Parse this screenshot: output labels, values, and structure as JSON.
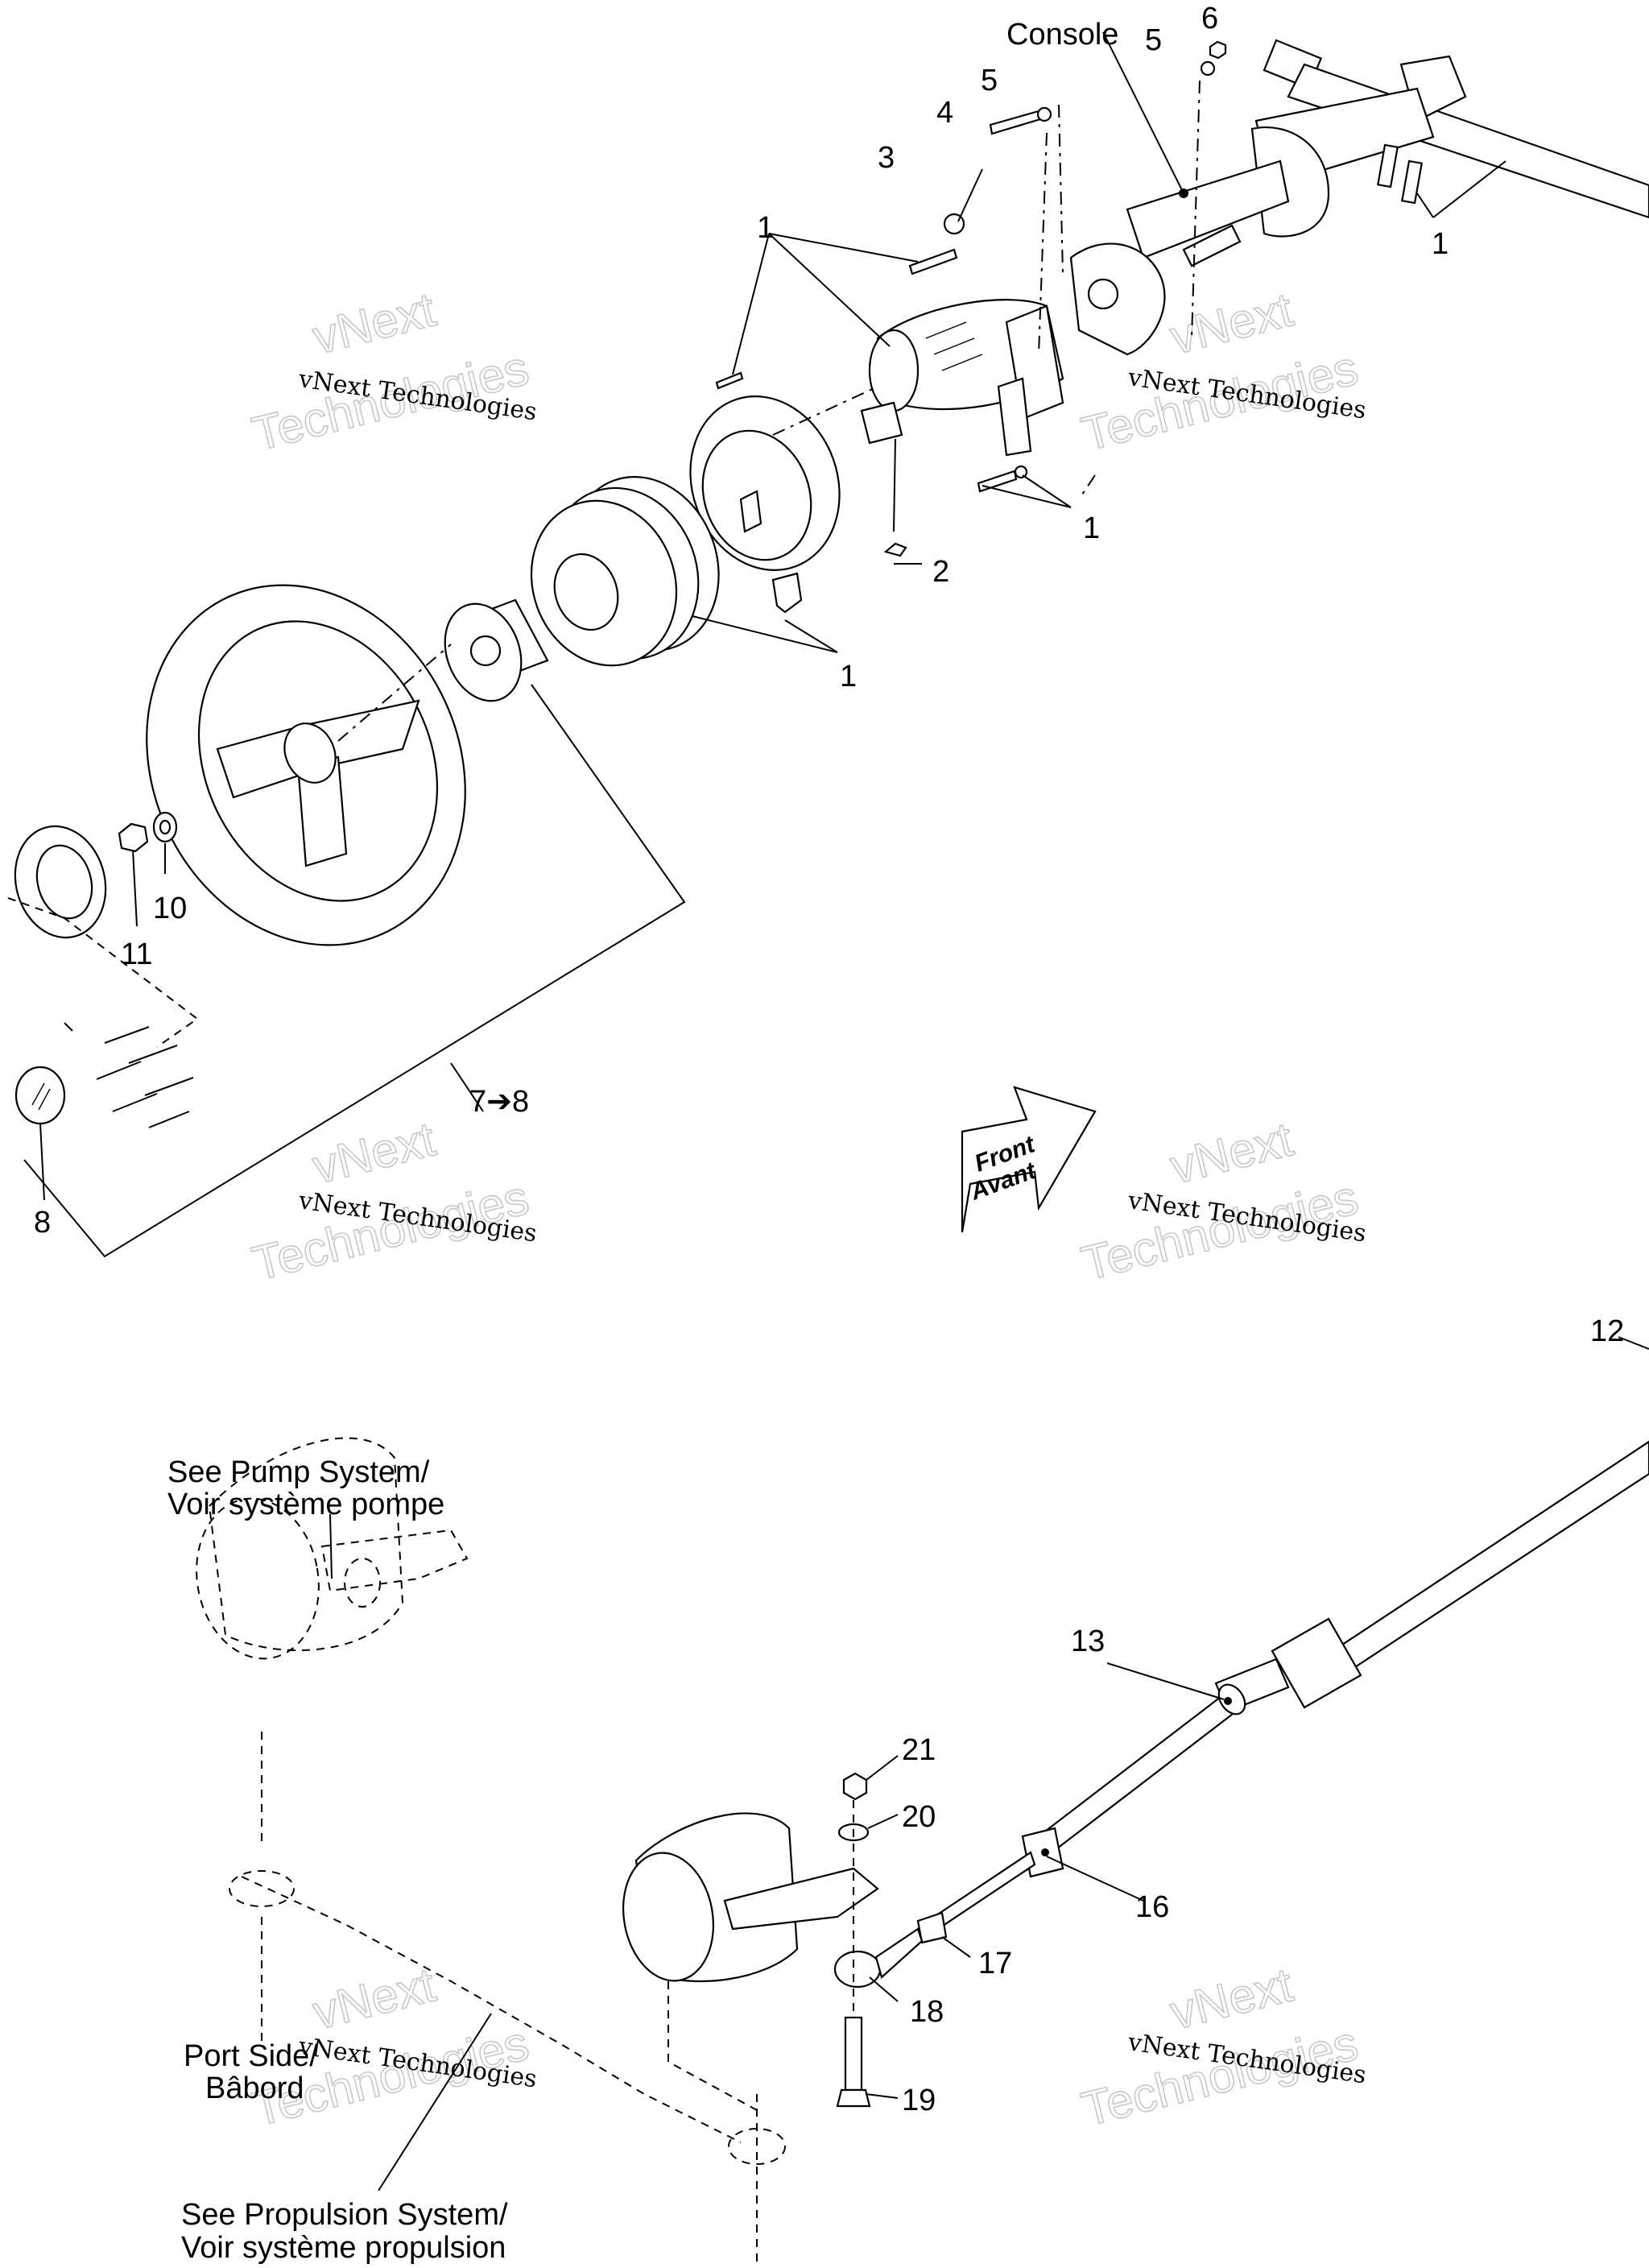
{
  "callouts": {
    "console": "Console",
    "c1": "1",
    "c2": "2",
    "c3": "3",
    "c4": "4",
    "c5": "5",
    "c6": "6",
    "c7_8": "7➔8",
    "c8": "8",
    "c10": "10",
    "c11": "11",
    "c12": "12",
    "c13": "13",
    "c16": "16",
    "c17": "17",
    "c18": "18",
    "c19": "19",
    "c20": "20",
    "c21": "21"
  },
  "notes": {
    "pump_line1": "See Pump System/",
    "pump_line2": "Voir système pompe",
    "port_line1": "Port Side/",
    "port_line2": "Bâbord",
    "prop_line1": "See Propulsion System/",
    "prop_line2": "Voir système propulsion"
  },
  "direction_arrow": {
    "line1": "Front",
    "line2": "Avant"
  },
  "watermark": {
    "line1": "vNext Technologies",
    "line2": "vNext",
    "line3": "Technologies"
  }
}
